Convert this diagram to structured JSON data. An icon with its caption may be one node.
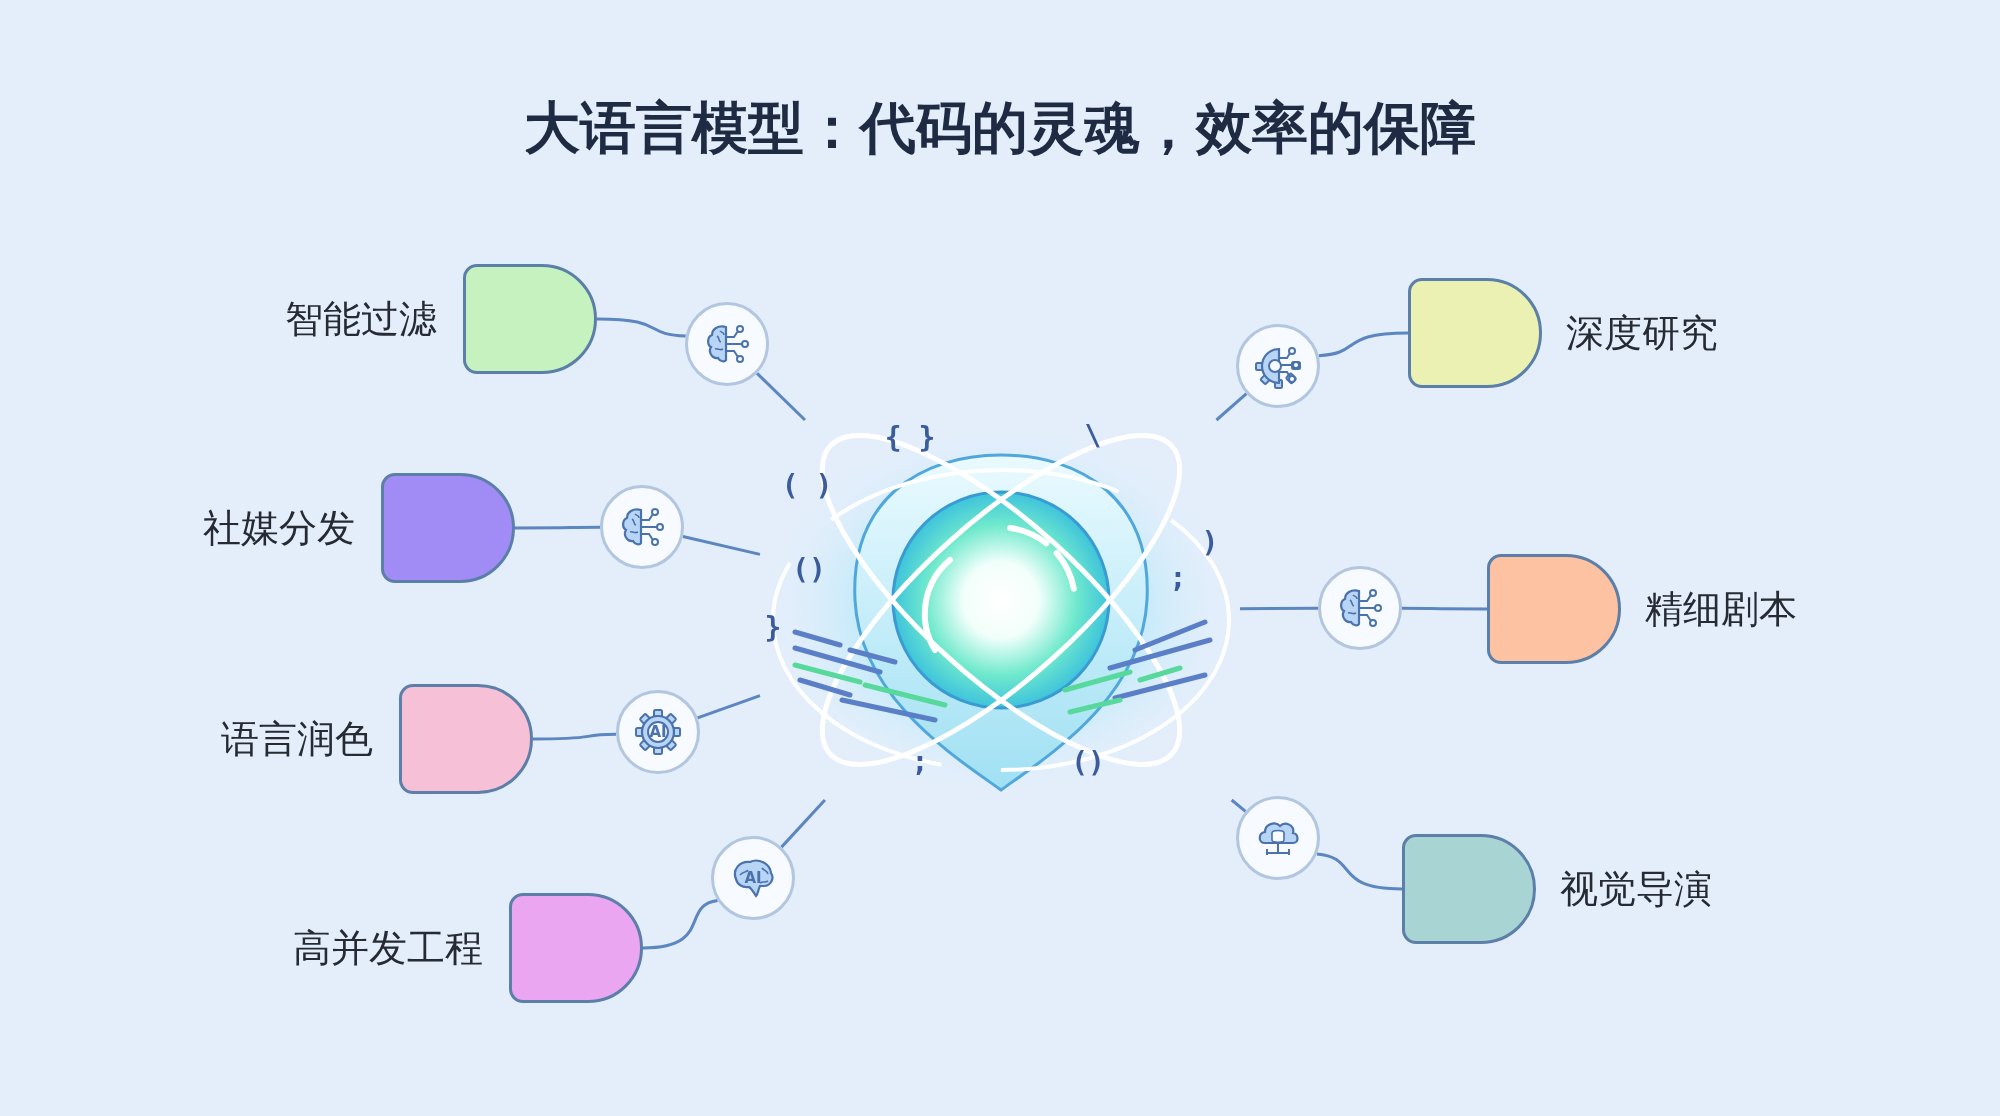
{
  "diagram": {
    "title": "大语言模型：代码的灵魂，效率的保障",
    "nodes": [
      {
        "text": [],
        "shape": "picture"
      },
      {
        "text": [
          "智能过滤"
        ]
      },
      {
        "text": [],
        "shape": "circle"
      },
      {
        "text": [
          "社媒分发"
        ]
      },
      {
        "text": [],
        "shape": "circle"
      },
      {
        "text": [
          "语言润色"
        ]
      },
      {
        "text": [],
        "shape": "circle"
      },
      {
        "text": [
          "高并发工程"
        ]
      },
      {
        "text": [],
        "shape": "circle"
      },
      {
        "text": [
          "深度研究"
        ]
      },
      {
        "text": [],
        "shape": "circle"
      },
      {
        "text": [
          "精细剧本"
        ]
      },
      {
        "text": [],
        "shape": "circle"
      },
      {
        "text": [
          "视觉导演"
        ]
      },
      {
        "text": [],
        "shape": "circle"
      }
    ],
    "edges": [
      {
        "from": 1,
        "to": 2,
        "arrow": "none"
      },
      {
        "from": 2,
        "to": 0,
        "arrow": "none"
      },
      {
        "from": 3,
        "to": 4,
        "arrow": "none"
      },
      {
        "from": 4,
        "to": 0,
        "arrow": "none"
      },
      {
        "from": 5,
        "to": 6,
        "arrow": "none"
      },
      {
        "from": 6,
        "to": 0,
        "arrow": "none"
      },
      {
        "from": 7,
        "to": 8,
        "arrow": "none"
      },
      {
        "from": 8,
        "to": 0,
        "arrow": "none"
      },
      {
        "from": 9,
        "to": 10,
        "arrow": "none"
      },
      {
        "from": 10,
        "to": 0,
        "arrow": "none"
      },
      {
        "from": 11,
        "to": 12,
        "arrow": "none"
      },
      {
        "from": 12,
        "to": 0,
        "arrow": "none"
      },
      {
        "from": 13,
        "to": 14,
        "arrow": "none"
      },
      {
        "from": 14,
        "to": 0,
        "arrow": "none"
      }
    ],
    "labels": [
      "{ }",
      "\\",
      "( )",
      ")",
      "()",
      ";",
      "}",
      "AI",
      ";",
      "()",
      "AI"
    ]
  }
}
